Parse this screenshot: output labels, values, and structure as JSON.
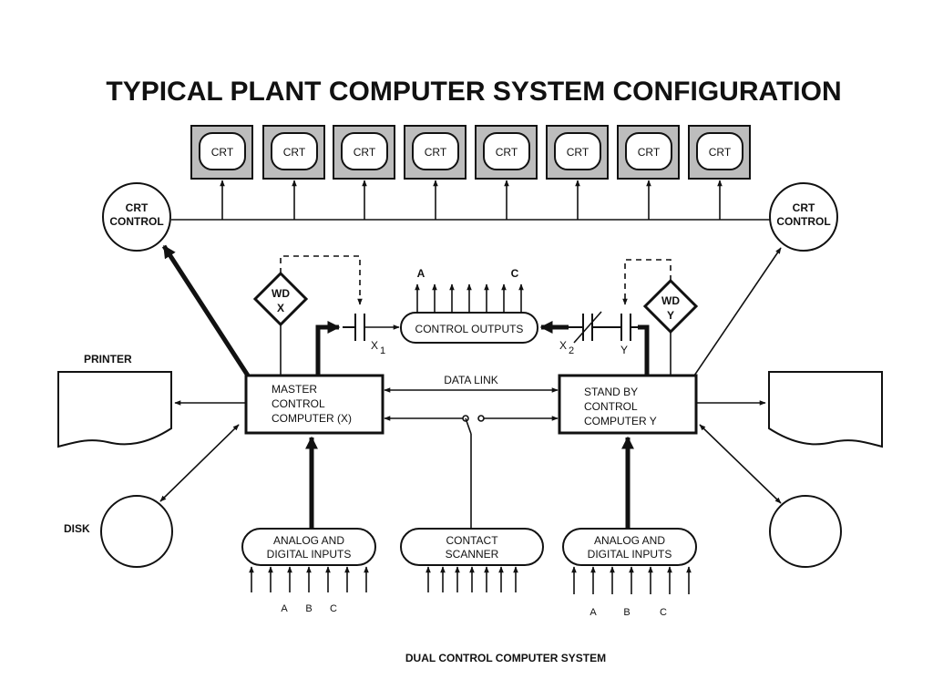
{
  "title": "TYPICAL PLANT COMPUTER SYSTEM CONFIGURATION",
  "crt_label": "CRT",
  "crt_control_left": [
    "CRT",
    "CONTROL"
  ],
  "crt_control_right": [
    "CRT",
    "CONTROL"
  ],
  "wd_x": [
    "WD",
    "X"
  ],
  "wd_y": [
    "WD",
    "Y"
  ],
  "control_outputs": "CONTROL OUTPUTS",
  "output_label_a": "A",
  "output_label_c": "C",
  "switch_x1": [
    "X",
    "1"
  ],
  "switch_x2": [
    "X",
    "2"
  ],
  "switch_y": "Y",
  "printer": "PRINTER",
  "disk": "DISK",
  "data_link": "DATA LINK",
  "master": [
    "MASTER",
    "CONTROL",
    "COMPUTER (X)"
  ],
  "standby": [
    "STAND BY",
    "CONTROL",
    "COMPUTER  Y"
  ],
  "analog_left": [
    "ANALOG AND",
    "DIGITAL INPUTS"
  ],
  "analog_right": [
    "ANALOG AND",
    "DIGITAL INPUTS"
  ],
  "contact_scanner": [
    "CONTACT",
    "SCANNER"
  ],
  "input_labels_left": [
    "A",
    "B",
    "C"
  ],
  "input_labels_right": [
    "A",
    "B",
    "C"
  ],
  "caption": "DUAL CONTROL COMPUTER SYSTEM"
}
